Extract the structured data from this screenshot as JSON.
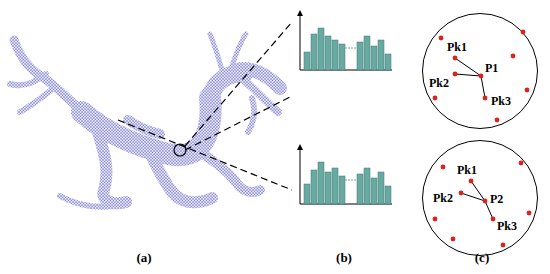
{
  "diagram": {
    "nodes": [
      {
        "text": [
          "Pk1",
          "Pk2",
          "P1",
          "Pk3"
        ]
      },
      {
        "text": [
          "Pk1",
          "Pk2",
          "P2",
          "Pk3"
        ]
      }
    ],
    "labels": [
      "(a)",
      "(b)",
      "(c)"
    ]
  }
}
